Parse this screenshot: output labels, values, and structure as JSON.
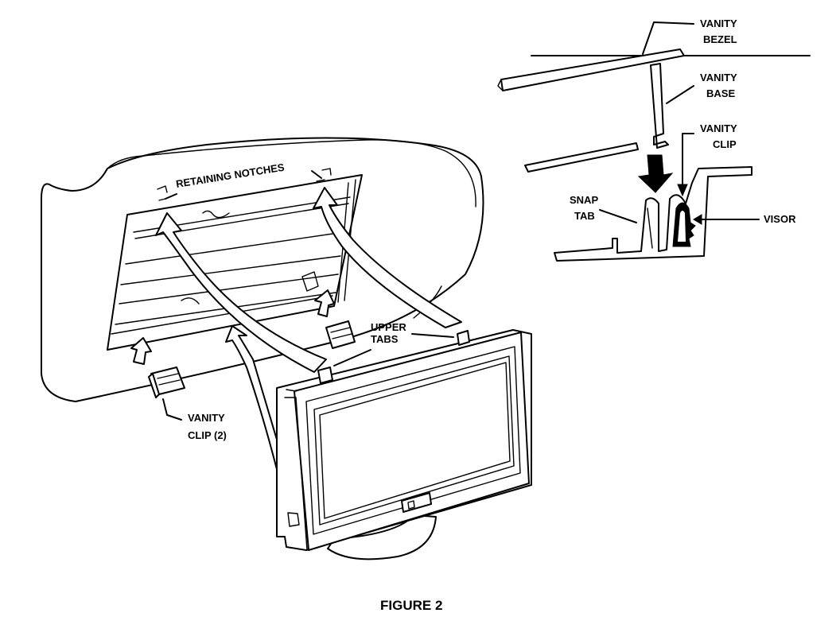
{
  "labels": {
    "retaining_notches": "RETAINING NOTCHES",
    "upper_tabs_1": "UPPER",
    "upper_tabs_2": "TABS",
    "vanity_clip_2_line1": "VANITY",
    "vanity_clip_2_line2": "CLIP (2)",
    "vanity_bezel_line1": "VANITY",
    "vanity_bezel_line2": "BEZEL",
    "vanity_base_line1": "VANITY",
    "vanity_base_line2": "BASE",
    "vanity_clip_line1": "VANITY",
    "vanity_clip_line2": "CLIP",
    "snap_tab_line1": "SNAP",
    "snap_tab_line2": "TAB",
    "visor": "VISOR"
  },
  "caption": "FIGURE 2",
  "colors": {
    "ink": "#000000",
    "paper": "#ffffff"
  }
}
